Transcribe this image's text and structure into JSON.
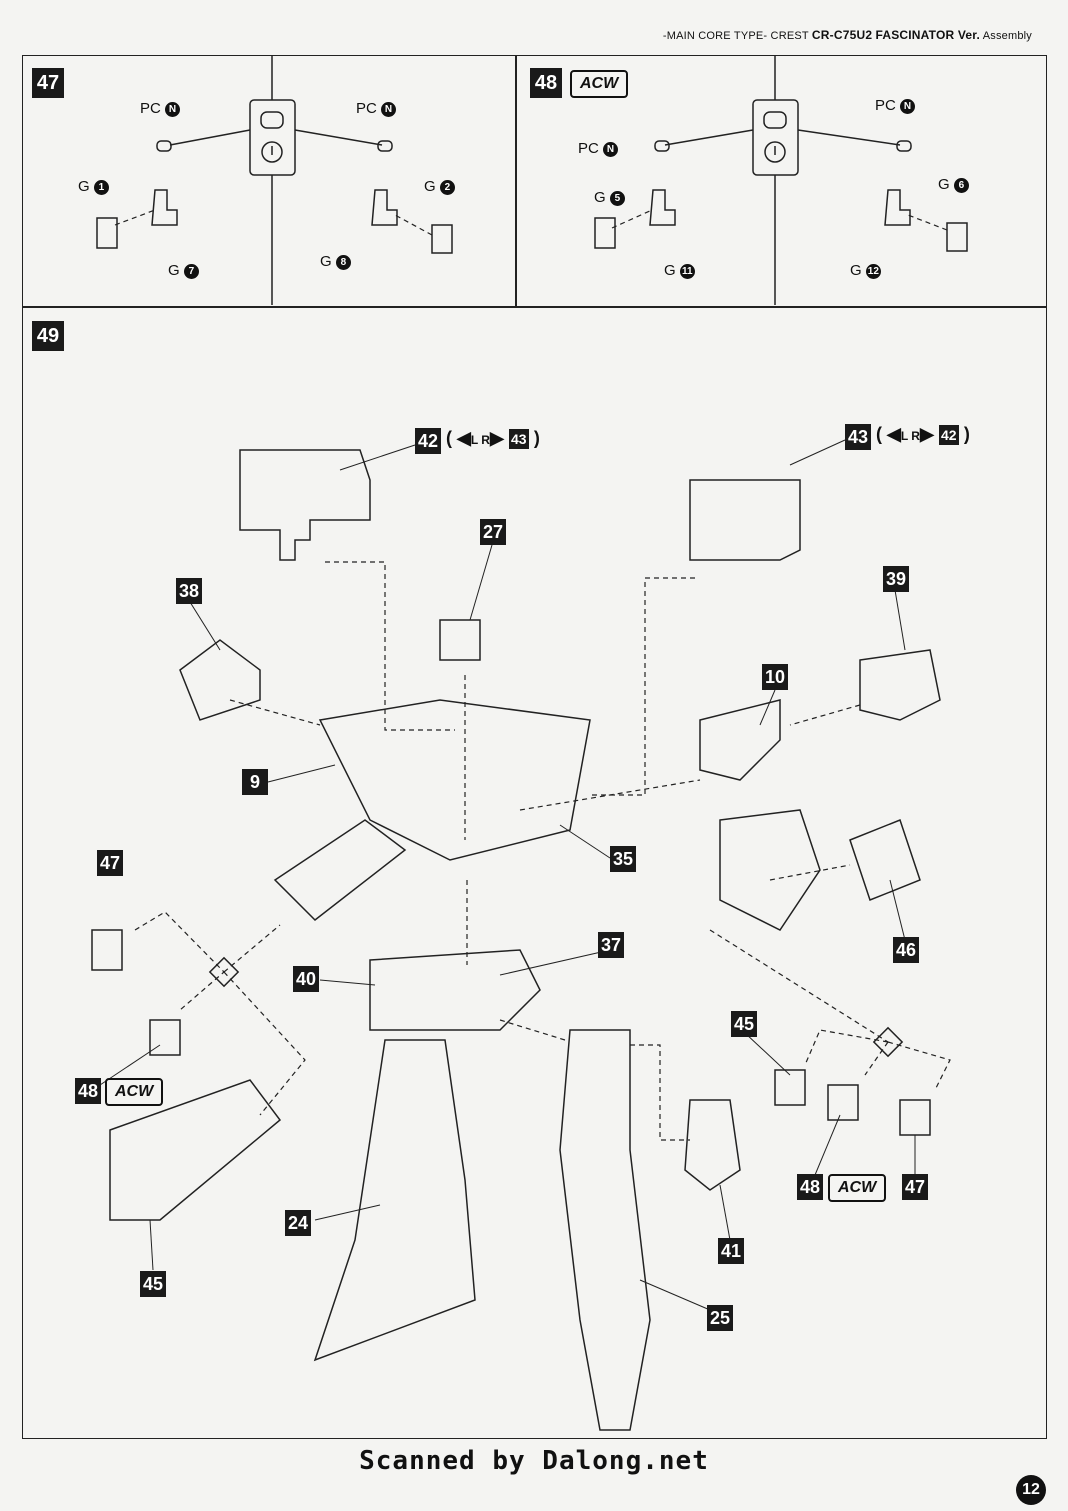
{
  "header": {
    "prefix": "-MAIN CORE TYPE- CREST",
    "model": "CR-C75U2",
    "name": "FASCINATOR Ver.",
    "suffix": "Assembly"
  },
  "steps": {
    "s47": {
      "number": "47"
    },
    "s48": {
      "number": "48",
      "badge": "ACW"
    },
    "s49": {
      "number": "49"
    }
  },
  "step47_labels": {
    "pc_left": "PC",
    "pc_left_code": "N",
    "pc_right": "PC",
    "pc_right_code": "N",
    "g1": "G",
    "g1_code": "1",
    "g2": "G",
    "g2_code": "2",
    "g7": "G",
    "g7_code": "7",
    "g8": "G",
    "g8_code": "8"
  },
  "step48_labels": {
    "pc_left": "PC",
    "pc_left_code": "N",
    "pc_right": "PC",
    "pc_right_code": "N",
    "g5": "G",
    "g5_code": "5",
    "g6": "G",
    "g6_code": "6",
    "g11": "G",
    "g11_code": "11",
    "g12": "G",
    "g12_code": "12"
  },
  "parts": {
    "p42": "42",
    "p42_alt": "43",
    "p43": "43",
    "p43_alt": "42",
    "p27": "27",
    "p38": "38",
    "p39": "39",
    "p10": "10",
    "p9": "9",
    "p35": "35",
    "p47a": "47",
    "p46": "46",
    "p37": "37",
    "p40": "40",
    "p45a": "45",
    "p48a": "48",
    "p48a_badge": "ACW",
    "p45b": "45",
    "p24": "24",
    "p41": "41",
    "p25": "25",
    "p48b": "48",
    "p48b_badge": "ACW",
    "p47b": "47"
  },
  "footer": {
    "credit": "Scanned by Dalong.net",
    "page": "12"
  }
}
